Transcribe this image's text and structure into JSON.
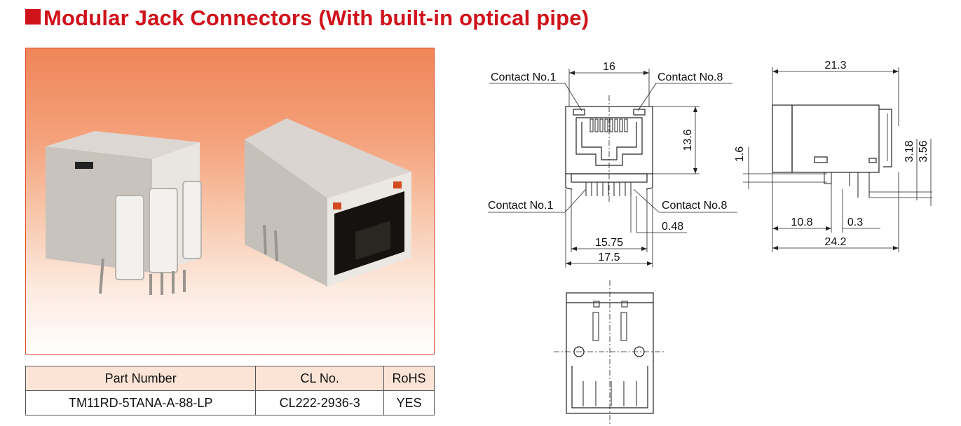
{
  "page": {
    "title": "Modular Jack Connectors (With built-in optical pipe)",
    "accent_color": "#d0121b"
  },
  "table": {
    "headers": [
      "Part Number",
      "CL No.",
      "RoHS"
    ],
    "rows": [
      [
        "TM11RD-5TANA-A-88-LP",
        "CL222-2936-3",
        "YES"
      ]
    ]
  },
  "drawing": {
    "front": {
      "contact_no1_top": "Contact No.1",
      "contact_no8_top": "Contact No.8",
      "contact_no1_bottom": "Contact No.1",
      "contact_no8_bottom": "Contact No.8",
      "width_top": "16",
      "height": "13.6",
      "pitch": "0.48",
      "pin_span": "15.75",
      "width_bottom": "17.5"
    },
    "side": {
      "length_top": "21.3",
      "dim_left": "1.6",
      "dim_318": "3.18",
      "dim_356": "3.56",
      "dim_108": "10.8",
      "dim_03": "0.3",
      "length_bottom": "24.2"
    }
  }
}
